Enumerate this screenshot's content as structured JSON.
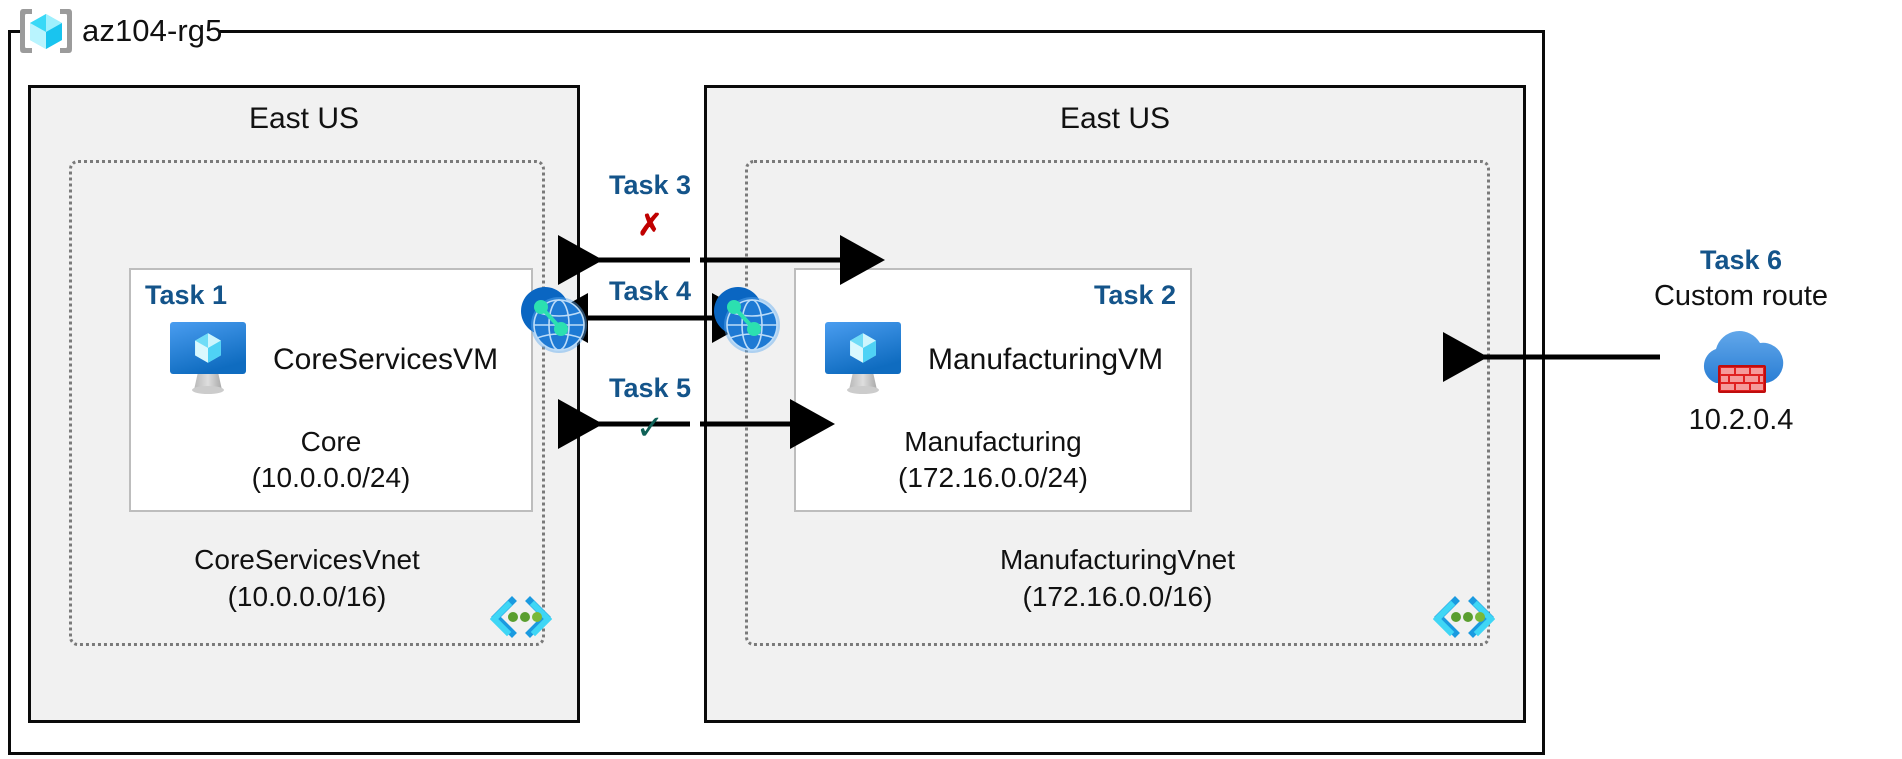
{
  "resource_group": {
    "name": "az104-rg5",
    "icon": "azure-resource-group-icon"
  },
  "regions": [
    {
      "id": "left",
      "label": "East US"
    },
    {
      "id": "right",
      "label": "East US"
    }
  ],
  "vnets": [
    {
      "id": "core",
      "name": "CoreServicesVnet",
      "address_space": "(10.0.0.0/16)",
      "icon": "virtual-network-icon",
      "subnet": {
        "name": "Core",
        "address_prefix": "(10.0.0.0/24)",
        "task_badge": "Task 1",
        "vm": {
          "name": "CoreServicesVM",
          "icon": "virtual-machine-icon"
        }
      }
    },
    {
      "id": "manufacturing",
      "name": "ManufacturingVnet",
      "address_space": "(172.16.0.0/16)",
      "icon": "virtual-network-icon",
      "subnet": {
        "name": "Manufacturing",
        "address_prefix": "(172.16.0.0/24)",
        "task_badge": "Task 2",
        "vm": {
          "name": "ManufacturingVM",
          "icon": "virtual-machine-icon"
        }
      }
    }
  ],
  "connections": [
    {
      "id": "task3",
      "label": "Task 3",
      "marker": "✗",
      "marker_name": "blocked-cross-icon",
      "marker_color": "#c00000",
      "direction": "bidirectional-split"
    },
    {
      "id": "task4",
      "label": "Task 4",
      "marker": "",
      "marker_name": "peering-arrow",
      "marker_color": "#000000",
      "direction": "bidirectional"
    },
    {
      "id": "task5",
      "label": "Task 5",
      "marker": "✓",
      "marker_name": "allowed-check-icon",
      "marker_color": "#0f6157",
      "direction": "bidirectional-split"
    }
  ],
  "peering_icons": [
    {
      "id": "peer-left",
      "name": "vnet-peering-icon"
    },
    {
      "id": "peer-right",
      "name": "vnet-peering-icon"
    }
  ],
  "custom_route": {
    "task_badge": "Task 6",
    "caption": "Custom route",
    "ip_address": "10.2.0.4",
    "icon": "azure-firewall-icon"
  },
  "colors": {
    "task_label": "#14548a",
    "region_fill": "#f1f1f1",
    "frame_stroke": "#0a0a0a",
    "subnet_stroke": "#bdbdbd",
    "vnet_stroke": "#7a7a7a",
    "blocked": "#c00000",
    "allowed": "#0f6157",
    "azure_blue": "#0078d4",
    "firewall_red": "#d13438"
  }
}
